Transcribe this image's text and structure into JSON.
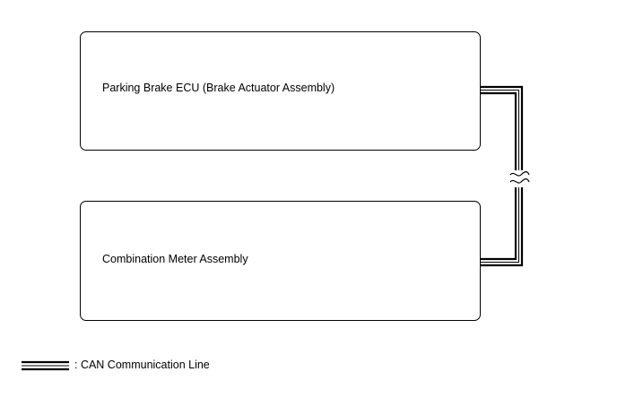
{
  "components": {
    "ecu": {
      "label": "Parking Brake ECU (Brake Actuator Assembly)"
    },
    "meter": {
      "label": "Combination Meter Assembly"
    }
  },
  "legend": {
    "label": ": CAN Communication Line",
    "symbol": "double-line"
  },
  "connection": {
    "type": "CAN Communication Line",
    "from": "ecu",
    "to": "meter",
    "break_symbol": "wavy-break"
  },
  "colors": {
    "line": "#000000",
    "background": "#ffffff"
  }
}
